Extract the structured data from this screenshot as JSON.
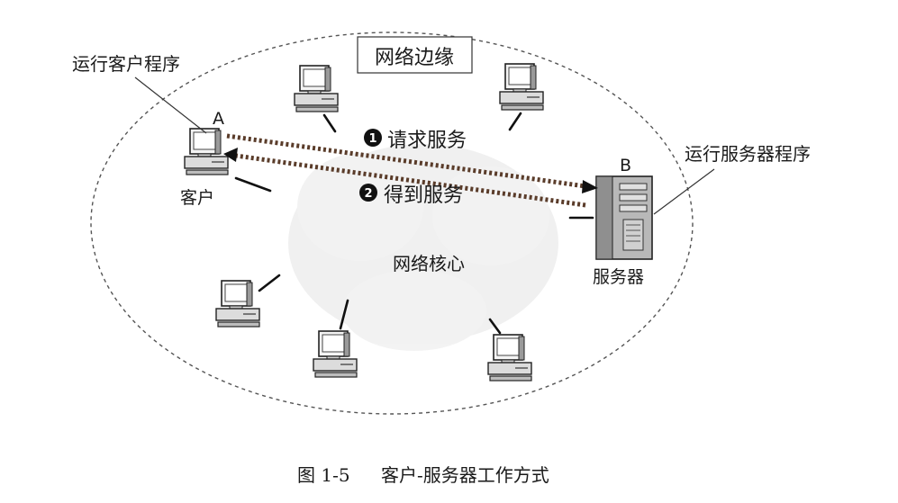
{
  "diagram": {
    "edge_title": "网络边缘",
    "core_label": "网络核心",
    "client_program_label": "运行客户程序",
    "server_program_label": "运行服务器程序",
    "host_a_letter": "A",
    "host_b_letter": "B",
    "client_label": "客户",
    "server_label": "服务器",
    "step1": {
      "number": "1",
      "label": "请求服务"
    },
    "step2": {
      "number": "2",
      "label": "得到服务"
    }
  },
  "caption": {
    "figure_number": "图 1-5",
    "text": "客户-服务器工作方式"
  }
}
